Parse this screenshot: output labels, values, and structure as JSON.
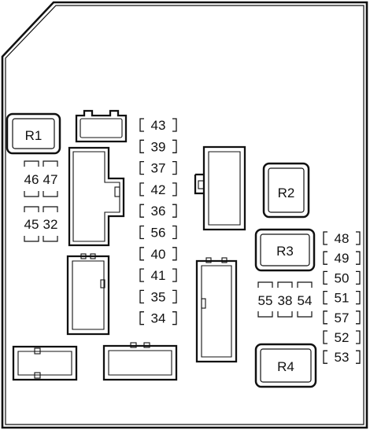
{
  "relays": [
    {
      "id": "r1",
      "label": "R1"
    },
    {
      "id": "r2",
      "label": "R2"
    },
    {
      "id": "r3",
      "label": "R3"
    },
    {
      "id": "r4",
      "label": "R4"
    }
  ],
  "fuses_left": [
    {
      "id": "f46",
      "label": "46"
    },
    {
      "id": "f47",
      "label": "47"
    },
    {
      "id": "f45",
      "label": "45"
    },
    {
      "id": "f32",
      "label": "32"
    }
  ],
  "fuse_column_middle": [
    "43",
    "39",
    "37",
    "42",
    "36",
    "56",
    "40",
    "41",
    "35",
    "34"
  ],
  "fuses_right_group": [
    {
      "id": "f55",
      "label": "55"
    },
    {
      "id": "f38",
      "label": "38"
    },
    {
      "id": "f54",
      "label": "54"
    }
  ],
  "fuse_column_right": [
    "48",
    "49",
    "50",
    "51",
    "57",
    "52",
    "53"
  ]
}
